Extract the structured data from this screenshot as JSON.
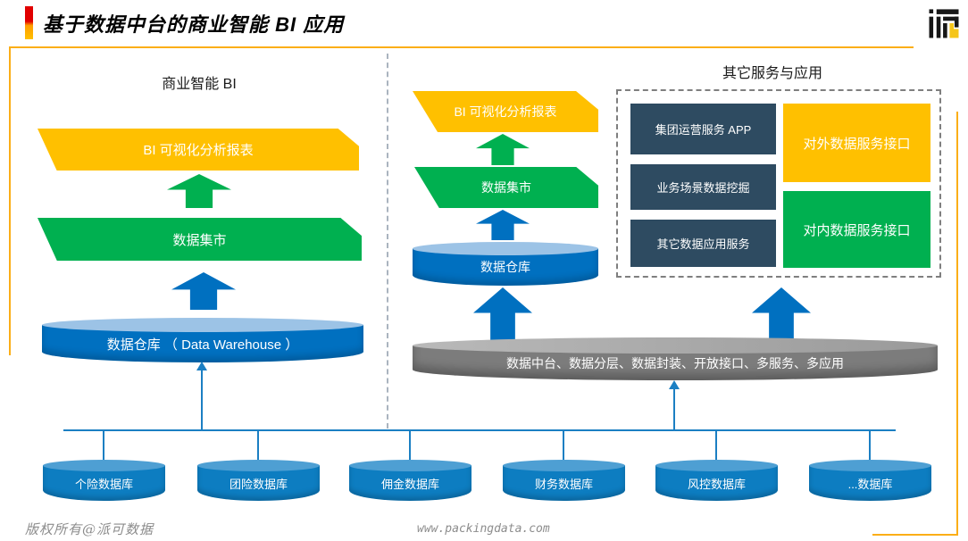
{
  "header": {
    "title": "基于数据中台的商业智能 BI 应用"
  },
  "left_section": {
    "heading": "商业智能 BI",
    "bi_banner": "BI 可视化分析报表",
    "mart_banner": "数据集市",
    "warehouse": "数据仓库 （ Data Warehouse ）"
  },
  "middle_section": {
    "bi_banner": "BI 可视化分析报表",
    "mart_banner": "数据集市",
    "warehouse": "数据仓库"
  },
  "right_section": {
    "heading": "其它服务与应用",
    "services": [
      "集团运营服务 APP",
      "业务场景数据挖掘",
      "其它数据应用服务"
    ],
    "external_api": "对外数据服务接口",
    "internal_api": "对内数据服务接口"
  },
  "platform": {
    "label": "数据中台、数据分层、数据封装、开放接口、多服务、多应用"
  },
  "databases": [
    "个险数据库",
    "团险数据库",
    "佣金数据库",
    "财务数据库",
    "风控数据库",
    "...数据库"
  ],
  "footer": {
    "copyright": "版权所有@派可数据",
    "website": "www.packingdata.com"
  },
  "colors": {
    "yellow": "#ffc000",
    "green": "#00b050",
    "blue": "#0070c0",
    "dark_navy": "#2e4b61",
    "gray": "#7c7c7c",
    "accent_line": "#fbae17"
  }
}
